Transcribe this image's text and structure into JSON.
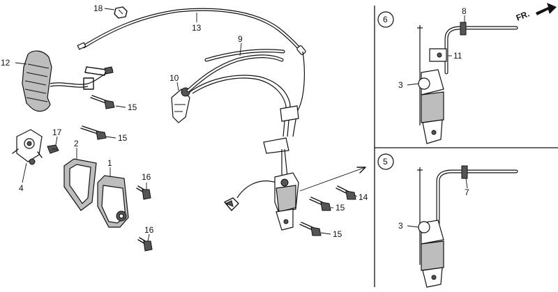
{
  "labels": {
    "l1": "1",
    "l2": "2",
    "l3a": "3",
    "l3b": "3",
    "l4": "4",
    "l5": "5",
    "l6": "6",
    "l7": "7",
    "l8": "8",
    "l9": "9",
    "l10": "10",
    "l11": "11",
    "l12": "12",
    "l13": "13",
    "l14": "14",
    "l15a": "15",
    "l15b": "15",
    "l15c": "15",
    "l15d": "15",
    "l16a": "16",
    "l16b": "16",
    "l17": "17",
    "l18": "18"
  },
  "direction_label": "FR.",
  "view_markers": {
    "top": "6",
    "bottom": "5"
  }
}
